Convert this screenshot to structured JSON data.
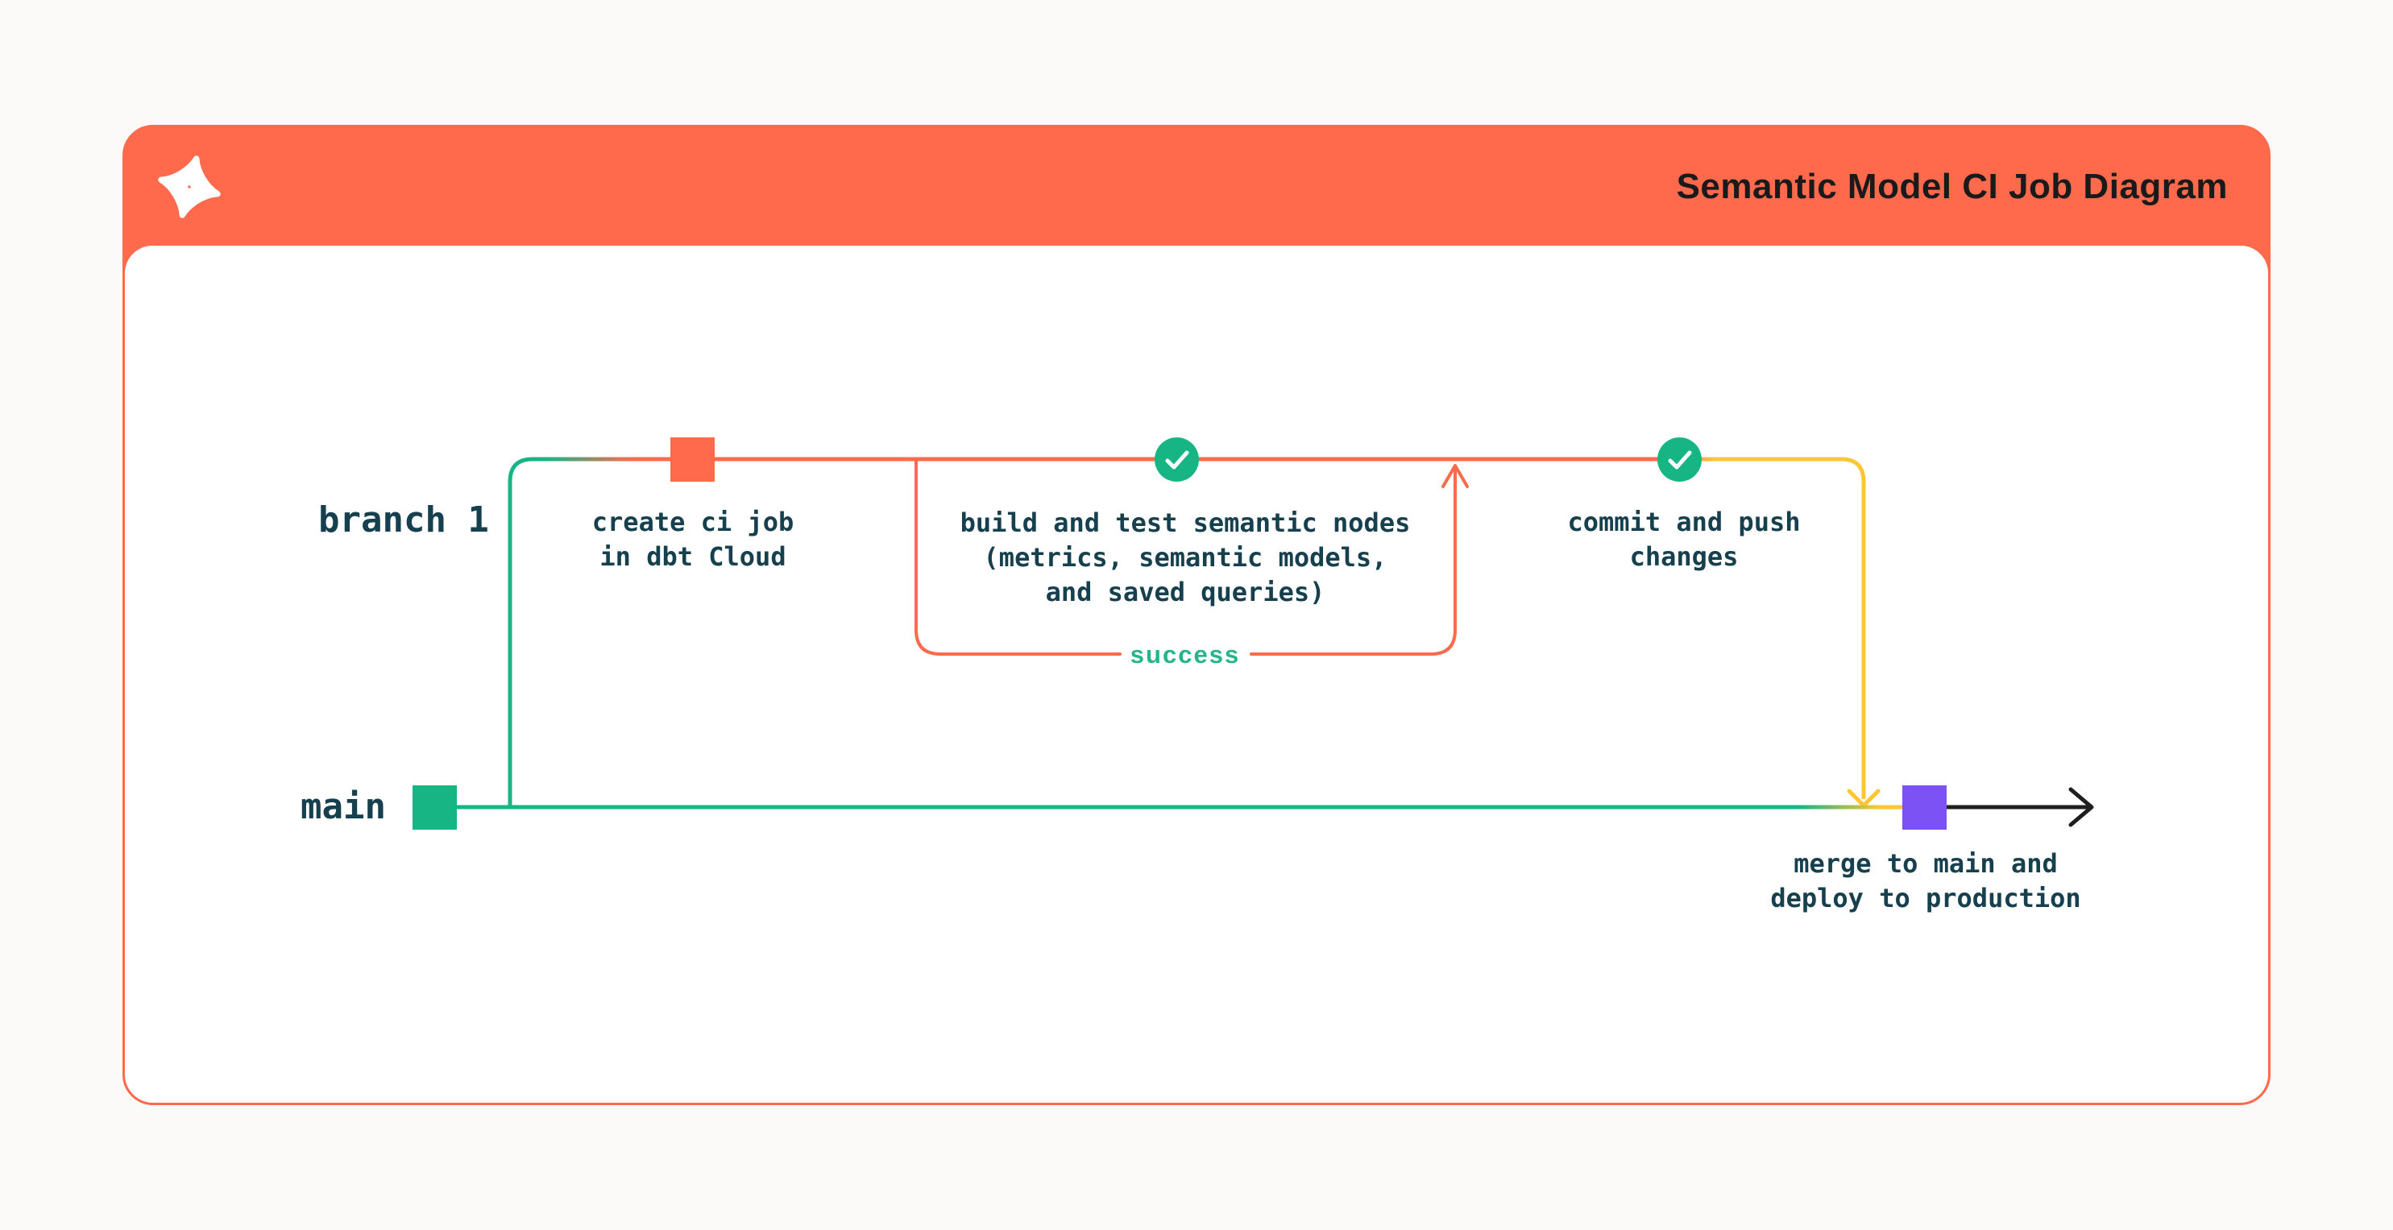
{
  "header": {
    "title": "Semantic Model CI Job Diagram",
    "logo": "dbt logo"
  },
  "diagram": {
    "lanes": [
      {
        "id": "branch-1",
        "label": "branch 1"
      },
      {
        "id": "main",
        "label": "main"
      }
    ],
    "nodes": [
      {
        "id": "create-ci-job",
        "label": "create ci job\nin dbt Cloud"
      },
      {
        "id": "build-and-test",
        "label": "build and test semantic nodes\n(metrics, semantic models,\nand saved queries)"
      },
      {
        "id": "commit-and-push",
        "label": "commit and push\nchanges"
      },
      {
        "id": "merge-and-deploy",
        "label": "merge to main and\ndeploy to production"
      }
    ],
    "loop_label": "success"
  },
  "colors": {
    "orange": "#FF6A4D",
    "green": "#17B584",
    "yellow": "#FFC633",
    "purple": "#7C52F5",
    "ink": "#17404F",
    "title_ink": "#1A1A1A"
  }
}
